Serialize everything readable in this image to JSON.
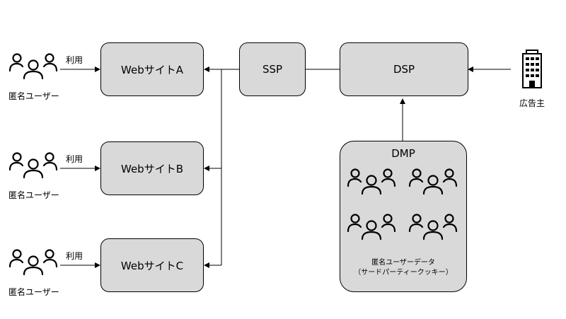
{
  "users": [
    {
      "caption": "匿名ユーザー",
      "action": "利用",
      "site": "WebサイトA"
    },
    {
      "caption": "匿名ユーザー",
      "action": "利用",
      "site": "WebサイトB"
    },
    {
      "caption": "匿名ユーザー",
      "action": "利用",
      "site": "WebサイトC"
    }
  ],
  "ssp": {
    "label": "SSP"
  },
  "dsp": {
    "label": "DSP"
  },
  "advertiser": {
    "caption": "広告主"
  },
  "dmp": {
    "label": "DMP",
    "caption_line1": "匿名ユーザーデータ",
    "caption_line2": "（サードパーティークッキー）"
  },
  "icons": {
    "users": "user-group-icon",
    "advertiser": "office-building-icon"
  },
  "colors": {
    "box_fill": "#d9d9d9",
    "line": "#000000",
    "background": "#ffffff"
  }
}
